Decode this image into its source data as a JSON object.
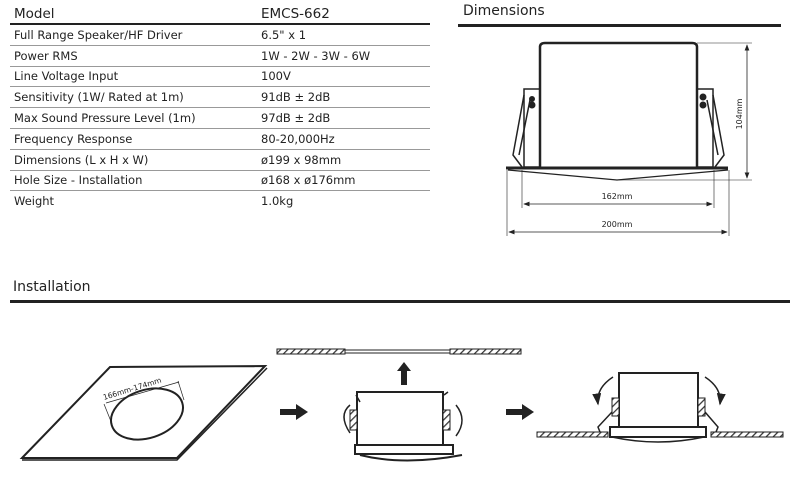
{
  "spec_table": {
    "header": {
      "label": "Model",
      "value": "EMCS-662"
    },
    "rows": [
      {
        "label": "Full Range Speaker/HF Driver",
        "value": "6.5\" x 1"
      },
      {
        "label": "Power RMS",
        "value": "1W - 2W - 3W - 6W"
      },
      {
        "label": "Line Voltage Input",
        "value": "100V"
      },
      {
        "label": "Sensitivity (1W/ Rated at 1m)",
        "value": "91dB ± 2dB"
      },
      {
        "label": "Max Sound Pressure Level (1m)",
        "value": "97dB ± 2dB"
      },
      {
        "label": "Frequency Response",
        "value": "80-20,000Hz"
      },
      {
        "label": "Dimensions (L x H x W)",
        "value": "ø199 x 98mm"
      },
      {
        "label": "Hole Size - Installation",
        "value": "ø168 x ø176mm"
      },
      {
        "label": "Weight",
        "value": "1.0kg"
      }
    ]
  },
  "dimensions": {
    "title": "Dimensions",
    "height_label": "104mm",
    "inner_width_label": "162mm",
    "outer_width_label": "200mm"
  },
  "installation": {
    "title": "Installation",
    "hole_label": "166mm-174mm"
  }
}
